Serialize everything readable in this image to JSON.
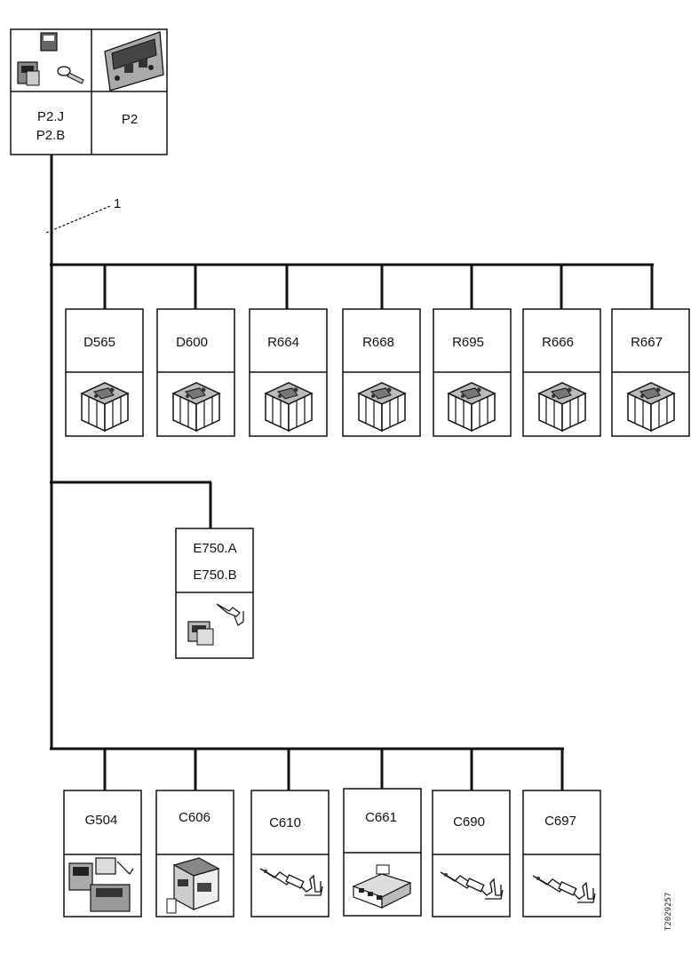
{
  "source_connector": {
    "labels": [
      "P2.J",
      "P2.B"
    ],
    "label2": "P2",
    "icons": [
      "connector-set-icon",
      "control-unit-icon"
    ]
  },
  "wire_callout": "1",
  "row1": {
    "items": [
      {
        "label": "D565",
        "icon": "relay-icon"
      },
      {
        "label": "D600",
        "icon": "relay-icon"
      },
      {
        "label": "R664",
        "icon": "relay-icon"
      },
      {
        "label": "R668",
        "icon": "relay-icon"
      },
      {
        "label": "R695",
        "icon": "relay-icon"
      },
      {
        "label": "R666",
        "icon": "relay-icon"
      },
      {
        "label": "R667",
        "icon": "relay-icon"
      }
    ]
  },
  "middle": {
    "label_a": "E750.A",
    "label_b": "E750.B",
    "icon": "connector-terminal-icon"
  },
  "row2": {
    "items": [
      {
        "label": "G504",
        "icon": "connector-pair-icon"
      },
      {
        "label": "C606",
        "icon": "connector-block-icon"
      },
      {
        "label": "C610",
        "icon": "terminal-icon"
      },
      {
        "label": "C661",
        "icon": "plug-icon"
      },
      {
        "label": "C690",
        "icon": "terminal-icon"
      },
      {
        "label": "C697",
        "icon": "terminal-icon"
      }
    ]
  },
  "figure_id": "T2029257"
}
